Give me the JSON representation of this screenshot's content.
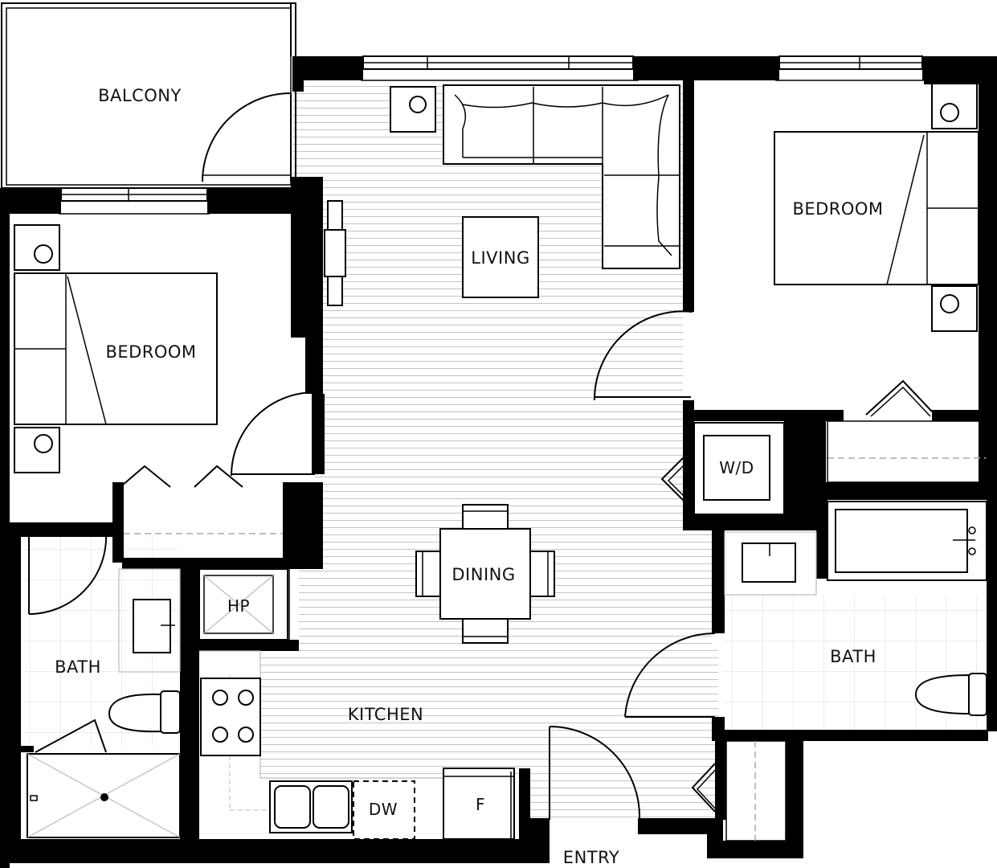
{
  "rooms": {
    "balcony": "BALCONY",
    "living": "LIVING",
    "bedroom_left": "BEDROOM",
    "bedroom_right": "BEDROOM",
    "dining": "DINING",
    "kitchen": "KITCHEN",
    "bath_left": "BATH",
    "bath_right": "BATH",
    "entry": "ENTRY"
  },
  "fixtures": {
    "washer_dryer": "W/D",
    "heat_pump": "HP",
    "dishwasher": "DW",
    "fridge": "F"
  }
}
